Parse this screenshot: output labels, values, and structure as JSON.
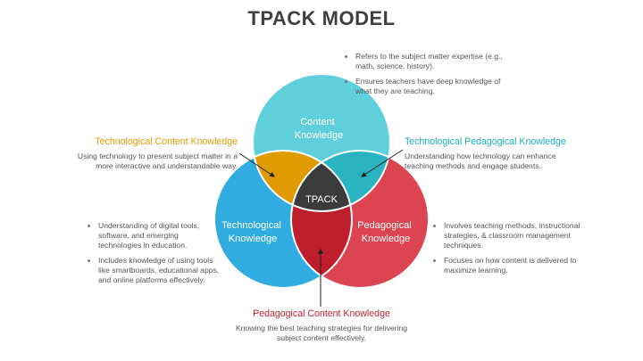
{
  "title": "TPACK MODEL",
  "colors": {
    "content": "#5fcfdc",
    "technological": "#31ace1",
    "pedagogical": "#dc4451",
    "tck": "#e09b00",
    "tpk": "#2ab4c2",
    "pck": "#bf1e2d",
    "tpack": "#3b3b3b"
  },
  "circles": {
    "content": "Content\nKnowledge",
    "technological": "Technological\nKnowledge",
    "pedagogical": "Pedagogical\nKnowledge",
    "center": "TPACK"
  },
  "content_notes": [
    "Refers to the subject matter expertise (e.g., math, science, history).",
    "Ensures teachers have deep knowledge of what they are teaching."
  ],
  "tck": {
    "heading": "Technological Content Knowledge",
    "text": "Using technology to present subject matter in a more interactive and understandable way."
  },
  "tpk": {
    "heading": "Technological Pedagogical Knowledge",
    "text": "Understanding how technology can enhance teaching methods and engage students."
  },
  "tech_notes": [
    "Understanding of digital tools, software, and emerging technologies in education.",
    "Includes knowledge of using tools like smartboards, educational apps, and online platforms effectively."
  ],
  "ped_notes": [
    "Involves teaching methods, instructional strategies, & classroom management techniques.",
    "Focuses on how content is delivered to maximize learning."
  ],
  "pck": {
    "heading": "Pedagogical Content Knowledge",
    "text": "Knowing the best teaching strategies for delivering subject content effectively."
  }
}
